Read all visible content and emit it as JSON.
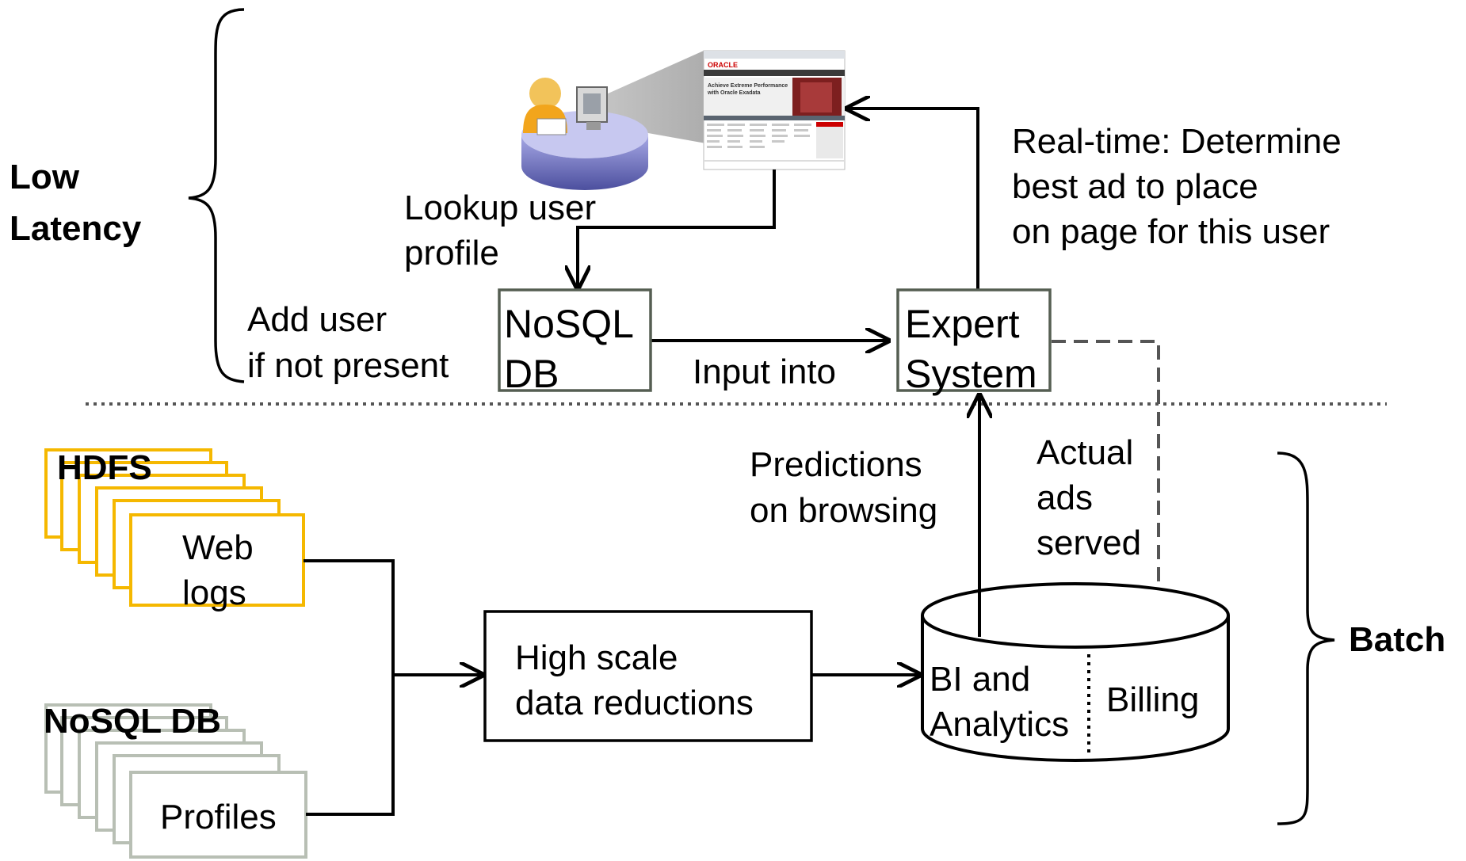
{
  "left_brackets": {
    "low_latency": [
      "Low",
      "Latency"
    ],
    "batch": "Batch"
  },
  "nodes": {
    "nosql_db_online": [
      "NoSQL",
      "DB"
    ],
    "expert_system": [
      "Expert",
      "System"
    ],
    "hdfs_title": "HDFS",
    "web_logs": [
      "Web",
      "logs"
    ],
    "nosql_db_batch_title": "NoSQL DB",
    "profiles": "Profiles",
    "data_reductions": [
      "High scale",
      "data reductions"
    ],
    "bi_analytics": [
      "BI and",
      "Analytics"
    ],
    "billing": "Billing"
  },
  "edge_labels": {
    "lookup_profile": [
      "Lookup user",
      "profile"
    ],
    "add_user": [
      "Add user",
      "if not present"
    ],
    "input_into": "Input into",
    "realtime": [
      "Real-time: Determine",
      "best ad to place",
      "on page for this user"
    ],
    "predictions": [
      "Predictions",
      "on browsing"
    ],
    "actual_ads": [
      "Actual",
      "ads",
      "served"
    ]
  },
  "webpage_thumbnail": {
    "logo": "ORACLE",
    "headline": [
      "Achieve Extreme Performance",
      "with Oracle Exadata"
    ]
  },
  "colors": {
    "hdfs_stack": "#f5b800",
    "nosql_stack": "#b8bfb4",
    "box_border": "#555e52",
    "oracle_red": "#cc0000",
    "person_body": "#f2a51c",
    "desk": "#7d7fc4"
  }
}
